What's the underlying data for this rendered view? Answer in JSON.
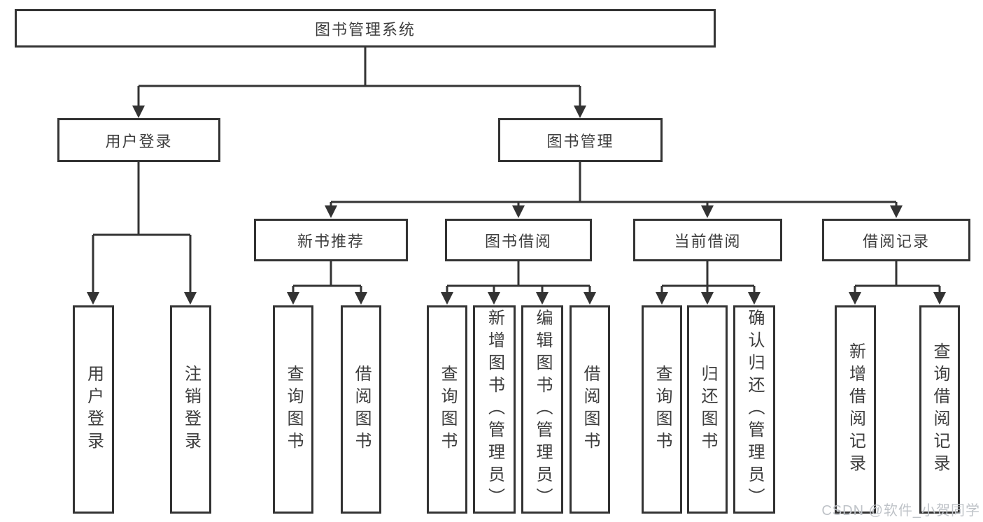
{
  "tree": {
    "root": {
      "label": "图书管理系统"
    },
    "user": {
      "label": "用户登录",
      "leaves": [
        {
          "label": "用户登录"
        },
        {
          "label": "注销登录"
        }
      ]
    },
    "mgmt": {
      "label": "图书管理",
      "sections": [
        {
          "label": "新书推荐",
          "leaves": [
            {
              "label": "查询图书"
            },
            {
              "label": "借阅图书"
            }
          ]
        },
        {
          "label": "图书借阅",
          "leaves": [
            {
              "label": "查询图书"
            },
            {
              "label": "新增图书（管理员）"
            },
            {
              "label": "编辑图书（管理员）"
            },
            {
              "label": "借阅图书"
            }
          ]
        },
        {
          "label": "当前借阅",
          "leaves": [
            {
              "label": "查询图书"
            },
            {
              "label": "归还图书"
            },
            {
              "label": "确认归还（管理员）"
            }
          ]
        },
        {
          "label": "借阅记录",
          "leaves": [
            {
              "label": "新增借阅记录"
            },
            {
              "label": "查询借阅记录"
            }
          ]
        }
      ]
    }
  },
  "watermark": {
    "text": "CSDN @软件_小贺同学"
  },
  "colors": {
    "line": "#333333",
    "text": "#3d3d3d",
    "watermark": "#bfc3c8",
    "background": "#ffffff"
  }
}
